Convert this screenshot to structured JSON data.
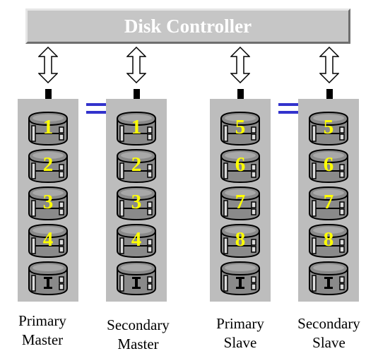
{
  "controller": {
    "label": "Disk Controller"
  },
  "columns": [
    {
      "disks": [
        "1",
        "2",
        "3",
        "4"
      ],
      "label": [
        "Primary",
        "Master"
      ]
    },
    {
      "disks": [
        "1",
        "2",
        "3",
        "4"
      ],
      "label": [
        "Secondary",
        "Master"
      ]
    },
    {
      "disks": [
        "5",
        "6",
        "7",
        "8"
      ],
      "label": [
        "Primary",
        "Slave"
      ]
    },
    {
      "disks": [
        "5",
        "6",
        "7",
        "8"
      ],
      "label": [
        "Secondary",
        "Slave"
      ]
    }
  ],
  "colors": {
    "controller": "#c6c6c6",
    "column": "#bdbdbd",
    "disk_number": "#ffff00",
    "equal_sign": "#3333cc"
  }
}
